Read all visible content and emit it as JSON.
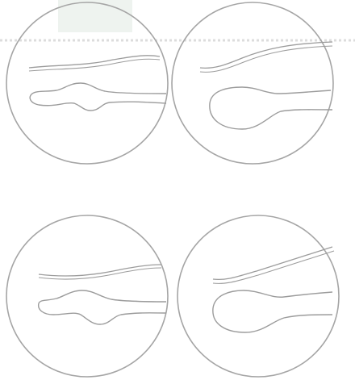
{
  "figure": {
    "panels": [
      {
        "id": "top-left",
        "loop_shape": "bulging-midsection"
      },
      {
        "id": "top-right",
        "loop_shape": "bulbous-left-end"
      },
      {
        "id": "bottom-left",
        "loop_shape": "bulging-midsection"
      },
      {
        "id": "bottom-right",
        "loop_shape": "bulbous-left-end"
      }
    ],
    "colors": {
      "stroke": "#9c9c9c",
      "faint_stroke": "#cfcfcf",
      "background_box": "#eef3ef"
    }
  }
}
